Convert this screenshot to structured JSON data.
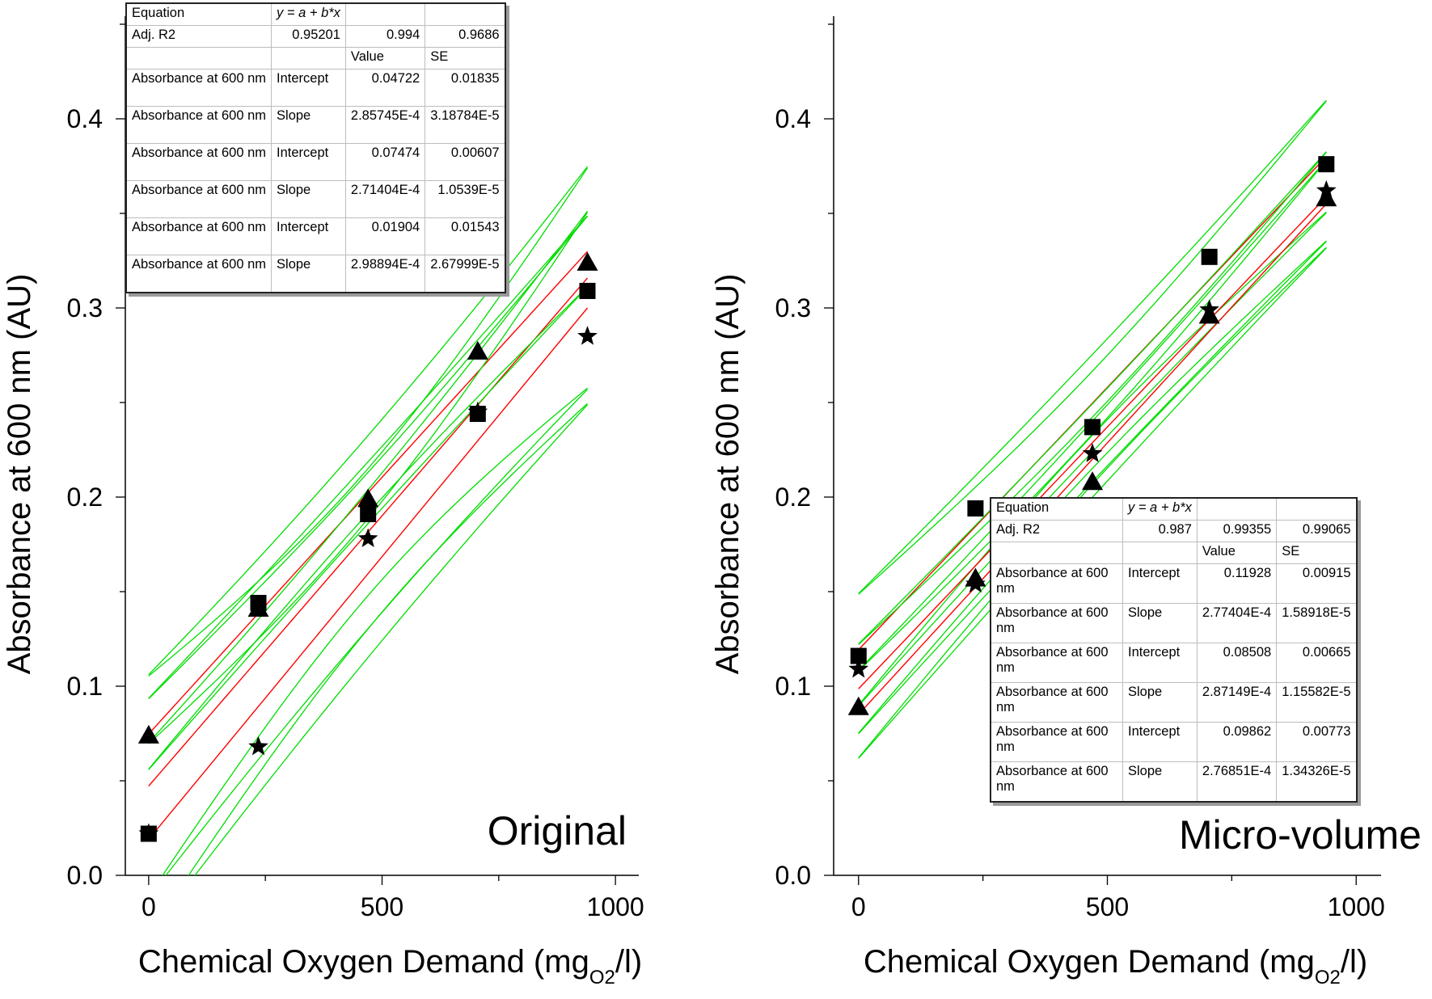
{
  "chart_data": [
    {
      "type": "scatter",
      "title": "Original",
      "xlabel": "Chemical Oxygen Demand (mg",
      "xlabel_sub": "O2",
      "xlabel_tail": "/l)",
      "ylabel": "Absorbance at 600 nm (AU)",
      "xlim": [
        -50,
        1050
      ],
      "ylim": [
        0.0,
        0.45
      ],
      "xticks": [
        0,
        500,
        1000
      ],
      "xtick_labels": [
        "0",
        "500",
        "1000"
      ],
      "yticks": [
        0.0,
        0.1,
        0.2,
        0.3,
        0.4
      ],
      "ytick_labels": [
        "0.0",
        "0.1",
        "0.2",
        "0.3",
        "0.4"
      ],
      "grid": false,
      "series": [
        {
          "marker": "square",
          "x": [
            0,
            235,
            470,
            705,
            940
          ],
          "y": [
            0.022,
            0.144,
            0.191,
            0.244,
            0.309
          ]
        },
        {
          "marker": "triangle",
          "x": [
            0,
            235,
            470,
            705,
            940
          ],
          "y": [
            0.074,
            0.141,
            0.199,
            0.277,
            0.324
          ]
        },
        {
          "marker": "star",
          "x": [
            0,
            235,
            470,
            705,
            940
          ],
          "y": [
            0.022,
            0.068,
            0.178,
            0.245,
            0.285
          ]
        }
      ],
      "fits": [
        {
          "intercept": 0.04722,
          "slope": 0.000285745,
          "x_range": [
            0,
            940
          ]
        },
        {
          "intercept": 0.07474,
          "slope": 0.000271404,
          "x_range": [
            0,
            940
          ]
        },
        {
          "intercept": 0.01904,
          "slope": 0.000298894,
          "x_range": [
            0,
            940
          ]
        }
      ],
      "band_color": "#00dd00",
      "fit_color": "#ff0000"
    },
    {
      "type": "scatter",
      "title": "Micro-volume",
      "xlabel": "Chemical Oxygen Demand (mg",
      "xlabel_sub": "O2",
      "xlabel_tail": "/l)",
      "ylabel": "Absorbance at 600 nm (AU)",
      "xlim": [
        -50,
        1050
      ],
      "ylim": [
        0.0,
        0.45
      ],
      "xticks": [
        0,
        500,
        1000
      ],
      "xtick_labels": [
        "0",
        "500",
        "1000"
      ],
      "yticks": [
        0.0,
        0.1,
        0.2,
        0.3,
        0.4
      ],
      "ytick_labels": [
        "0.0",
        "0.1",
        "0.2",
        "0.3",
        "0.4"
      ],
      "grid": false,
      "series": [
        {
          "marker": "square",
          "x": [
            0,
            235,
            470,
            705,
            940
          ],
          "y": [
            0.116,
            0.194,
            0.237,
            0.327,
            0.376
          ]
        },
        {
          "marker": "triangle",
          "x": [
            0,
            235,
            470,
            705,
            940
          ],
          "y": [
            0.089,
            0.157,
            0.208,
            0.296,
            0.358
          ]
        },
        {
          "marker": "star",
          "x": [
            0,
            235,
            470,
            705,
            940
          ],
          "y": [
            0.109,
            0.154,
            0.223,
            0.299,
            0.362
          ]
        }
      ],
      "fits": [
        {
          "intercept": 0.11928,
          "slope": 0.000277404,
          "x_range": [
            0,
            940
          ]
        },
        {
          "intercept": 0.08508,
          "slope": 0.000287149,
          "x_range": [
            0,
            940
          ]
        },
        {
          "intercept": 0.09862,
          "slope": 0.000276851,
          "x_range": [
            0,
            940
          ]
        }
      ],
      "band_color": "#00dd00",
      "fit_color": "#ff0000"
    }
  ],
  "tables": {
    "original": {
      "equation_label": "Equation",
      "equation": "y = a + b*x",
      "adjr2_label": "Adj. R2",
      "adjr2": [
        "0.95201",
        "0.994",
        "0.9686"
      ],
      "value_header": "Value",
      "se_header": "SE",
      "rows": [
        {
          "label": "Absorbance at 600 nm",
          "param": "Intercept",
          "value": "0.04722",
          "se": "0.01835"
        },
        {
          "label": "Absorbance at 600 nm",
          "param": "Slope",
          "value": "2.85745E-4",
          "se": "3.18784E-5"
        },
        {
          "label": "Absorbance at 600 nm",
          "param": "Intercept",
          "value": "0.07474",
          "se": "0.00607"
        },
        {
          "label": "Absorbance at 600 nm",
          "param": "Slope",
          "value": "2.71404E-4",
          "se": "1.0539E-5"
        },
        {
          "label": "Absorbance at 600 nm",
          "param": "Intercept",
          "value": "0.01904",
          "se": "0.01543"
        },
        {
          "label": "Absorbance at 600 nm",
          "param": "Slope",
          "value": "2.98894E-4",
          "se": "2.67999E-5"
        }
      ]
    },
    "micro": {
      "equation_label": "Equation",
      "equation": "y = a + b*x",
      "adjr2_label": "Adj. R2",
      "adjr2": [
        "0.987",
        "0.99355",
        "0.99065"
      ],
      "value_header": "Value",
      "se_header": "SE",
      "rows": [
        {
          "label": "Absorbance at 600 nm",
          "param": "Intercept",
          "value": "0.11928",
          "se": "0.00915"
        },
        {
          "label": "Absorbance at 600 nm",
          "param": "Slope",
          "value": "2.77404E-4",
          "se": "1.58918E-5"
        },
        {
          "label": "Absorbance at 600 nm",
          "param": "Intercept",
          "value": "0.08508",
          "se": "0.00665"
        },
        {
          "label": "Absorbance at 600 nm",
          "param": "Slope",
          "value": "2.87149E-4",
          "se": "1.15582E-5"
        },
        {
          "label": "Absorbance at 600 nm",
          "param": "Intercept",
          "value": "0.09862",
          "se": "0.00773"
        },
        {
          "label": "Absorbance at 600 nm",
          "param": "Slope",
          "value": "2.76851E-4",
          "se": "1.34326E-5"
        }
      ]
    }
  }
}
